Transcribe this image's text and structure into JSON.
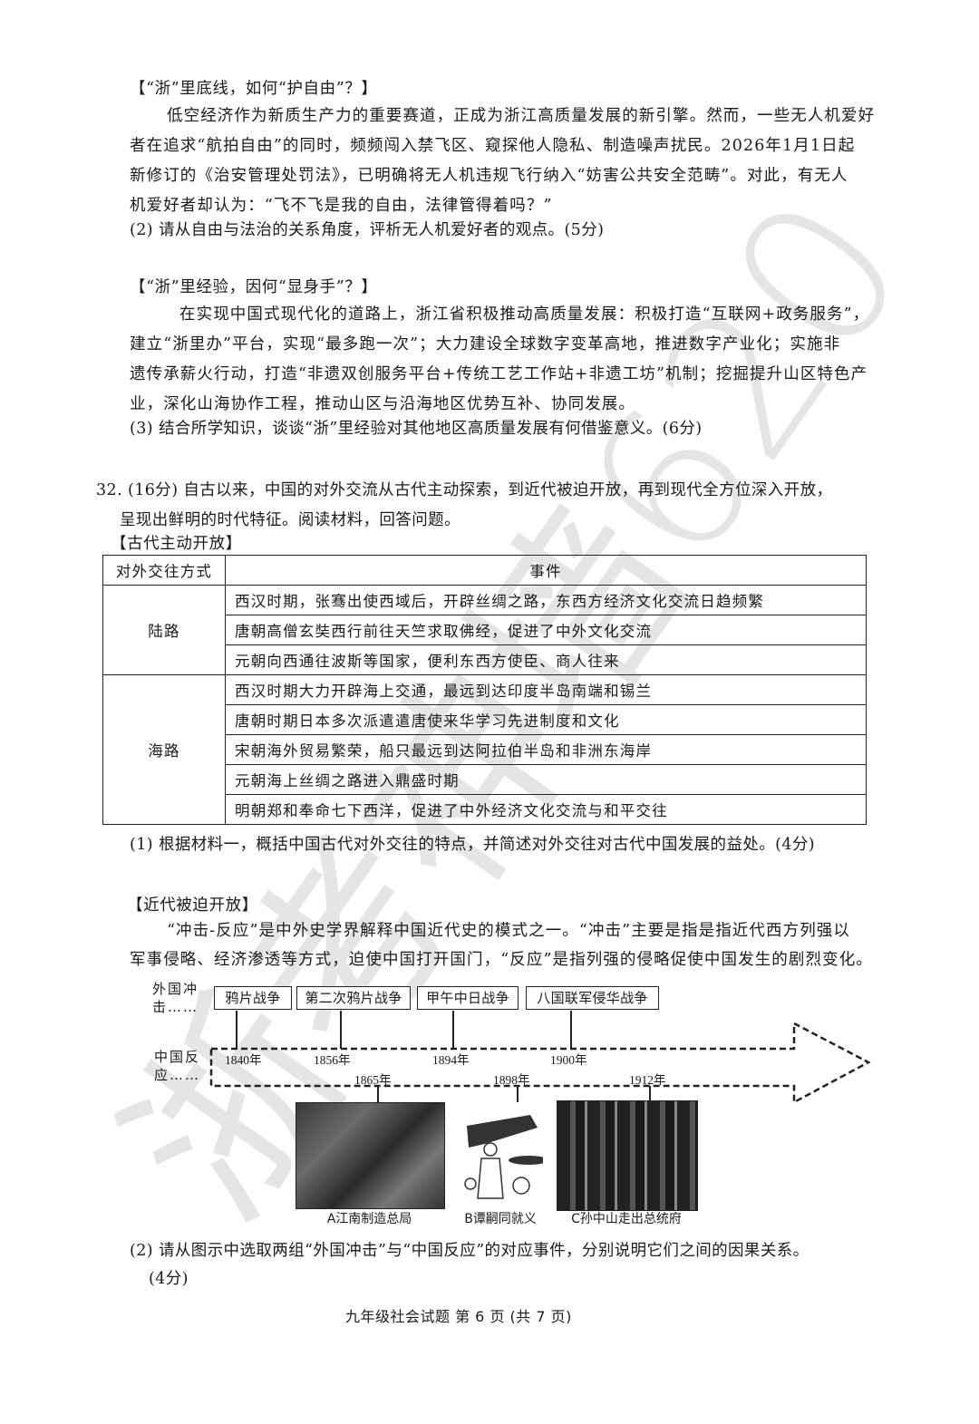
{
  "watermark": "浙考神墙620",
  "section_q2": {
    "title": "【“浙”里底线，如何“护自由”？】",
    "paragraph_lines": [
      "低空经济作为新质生产力的重要赛道，正成为浙江高质量发展的新引擎。然而，一些无人机爱好",
      "者在追求“航拍自由”的同时，频频闯入禁飞区、窥探他人隐私、制造噪声扰民。2026年1月1日起",
      "新修订的《治安管理处罚法》，已明确将无人机违规飞行纳入“妨害公共安全范畴”。对此，有无人",
      "机爱好者却认为：“飞不飞是我的自由，法律管得着吗？”"
    ],
    "question": "(2) 请从自由与法治的关系角度，评析无人机爱好者的观点。(5分)"
  },
  "section_q3": {
    "title": "【“浙”里经验，因何“显身手”？】",
    "paragraph_lines": [
      "在实现中国式现代化的道路上，浙江省积极推动高质量发展：积极打造“互联网+政务服务”，",
      "建立“浙里办”平台，实现“最多跑一次”；大力建设全球数字变革高地，推进数字产业化；实施非",
      "遗传承薪火行动，打造“非遗双创服务平台+传统工艺工作站+非遗工坊”机制；挖掘提升山区特色产",
      "业，深化山海协作工程，推动山区与沿海地区优势互补、协同发展。"
    ],
    "question": "(3) 结合所学知识，谈谈“浙”里经验对其他地区高质量发展有何借鉴意义。(6分)"
  },
  "question_32": {
    "lines": [
      "32.  (16分) 自古以来，中国的对外交流从古代主动探索，到近代被迫开放，再到现代全方位深入开放，",
      "呈现出鲜明的时代特征。阅读材料，回答问题。"
    ],
    "ancient_title": "【古代主动开放】",
    "table": {
      "headers": [
        "对外交往方式",
        "事件"
      ],
      "groups": [
        {
          "mode": "陆路",
          "events": [
            "西汉时期，张骞出使西域后，开辟丝绸之路，东西方经济文化交流日趋频繁",
            "唐朝高僧玄奘西行前往天竺求取佛经，促进了中外文化交流",
            "元朝向西通往波斯等国家，便利东西方使臣、商人往来"
          ]
        },
        {
          "mode": "海路",
          "events": [
            "西汉时期大力开辟海上交通，最远到达印度半岛南端和锡兰",
            "唐朝时期日本多次派遣遣唐使来华学习先进制度和文化",
            "宋朝海外贸易繁荣，船只最远到达阿拉伯半岛和非洲东海岸",
            "元朝海上丝绸之路进入鼎盛时期",
            "明朝郑和奉命七下西洋，促进了中外经济文化交流与和平交往"
          ]
        }
      ]
    },
    "sub_q1": "(1) 根据材料一，概括中国古代对外交往的特点，并简述对外交往对古代中国发展的益处。(4分)",
    "modern_title": "【近代被迫开放】",
    "modern_paragraph_lines": [
      "“冲击-反应”是中外史学界解释中国近代史的模式之一。“冲击”主要是指是指近代西方列强以",
      "军事侵略、经济渗透等方式，迫使中国打开国门，“反应”是指列强的侵略促使中国发生的剧烈变化。"
    ],
    "timeline": {
      "impact_label_lines": [
        "外国冲",
        "击……"
      ],
      "response_label_lines": [
        "中国反",
        "应……"
      ],
      "impacts": [
        {
          "event": "鸦片战争",
          "year": "1840年"
        },
        {
          "event": "第二次鸦片战争",
          "year": "1856年"
        },
        {
          "event": "甲午中日战争",
          "year": "1894年"
        },
        {
          "event": "八国联军侵华战争",
          "year": "1900年"
        }
      ],
      "responses": [
        {
          "year": "1865年",
          "caption": "A江南制造总局"
        },
        {
          "year": "1898年",
          "caption": "B谭嗣同就义"
        },
        {
          "year": "1912年",
          "caption": "C孙中山走出总统府"
        }
      ]
    },
    "sub_q2_lines": [
      "(2) 请从图示中选取两组“外国冲击”与“中国反应”的对应事件，分别说明它们之间的因果关系。",
      "(4分)"
    ]
  },
  "footer": "九年级社会试题  第 6 页  (共 7 页)"
}
